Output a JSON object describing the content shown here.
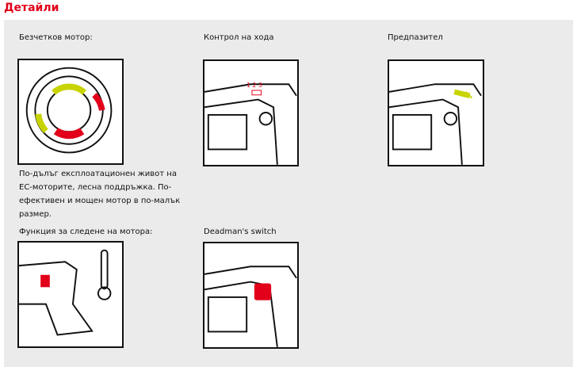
{
  "title": "Детайли",
  "features": [
    {
      "label": "Безчетков мотор:",
      "description": "По-дълъг експлоатационен живот на EC-моторите, лесна поддръжка. По-ефективен и мощен мотор в по-малък размер."
    },
    {
      "label": "Контрол на хода",
      "markers": "1 2 3"
    },
    {
      "label": "Предпазител"
    },
    {
      "label": "Функция за следене на мотора:"
    },
    {
      "label": "Deadman's switch"
    }
  ],
  "colors": {
    "accent": "#e2001a",
    "yellow": "#c8d400"
  }
}
